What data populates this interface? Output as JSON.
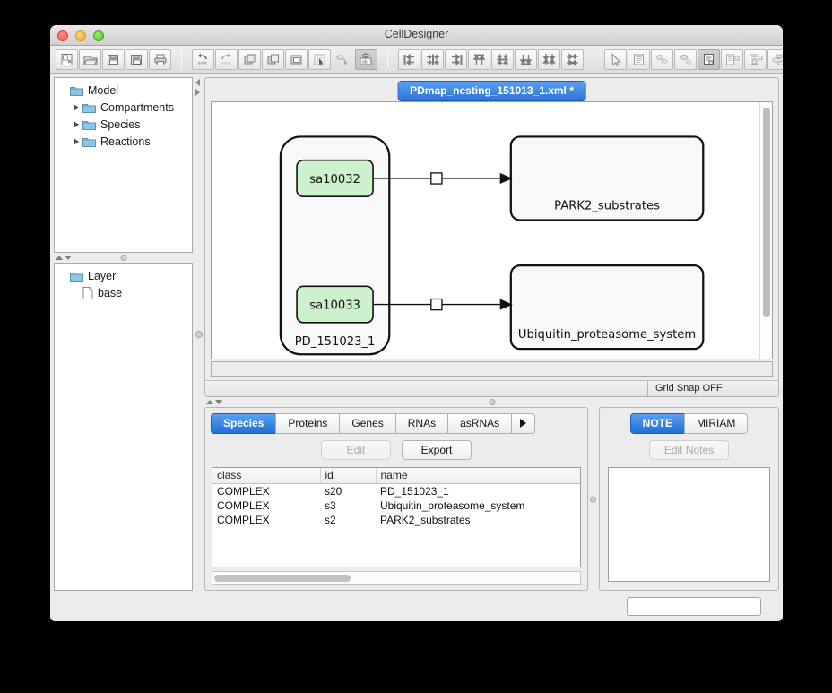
{
  "window": {
    "title": "CellDesigner"
  },
  "toolbar": {
    "groups": [
      {
        "name": "file",
        "buttons": [
          {
            "name": "new-document-icon",
            "label": "New"
          },
          {
            "name": "open-document-icon",
            "label": "Open"
          },
          {
            "name": "save-document-icon",
            "label": "Save"
          },
          {
            "name": "save-as-document-icon",
            "label": "Save As"
          },
          {
            "name": "print-icon",
            "label": "Print"
          }
        ]
      },
      {
        "name": "edit",
        "buttons": [
          {
            "name": "undo-icon",
            "label": "Undo"
          },
          {
            "name": "redo-icon",
            "label": "Redo"
          },
          {
            "name": "cut-icon",
            "label": "Cut"
          },
          {
            "name": "copy-icon",
            "label": "Copy"
          },
          {
            "name": "paste-icon",
            "label": "Paste"
          },
          {
            "name": "grid-select-icon",
            "label": "Grid Select"
          },
          {
            "name": "link-icon",
            "label": "Link"
          },
          {
            "name": "grid-snap-icon",
            "label": "Grid Snap"
          }
        ]
      },
      {
        "name": "align",
        "buttons": [
          {
            "name": "align-left-icon",
            "label": "Align Left"
          },
          {
            "name": "align-center-horizontal-icon",
            "label": "Align Center"
          },
          {
            "name": "align-right-icon",
            "label": "Align Right"
          },
          {
            "name": "align-top-icon",
            "label": "Align Top"
          },
          {
            "name": "align-middle-icon",
            "label": "Align Middle"
          },
          {
            "name": "align-bottom-icon",
            "label": "Align Bottom"
          },
          {
            "name": "distribute-horizontal-icon",
            "label": "Distribute Horizontally"
          },
          {
            "name": "distribute-vertical-icon",
            "label": "Distribute Vertically"
          }
        ]
      },
      {
        "name": "view",
        "buttons": [
          {
            "name": "pointer-icon",
            "label": "Select"
          },
          {
            "name": "list-view-icon",
            "label": "List"
          },
          {
            "name": "species-view-icon",
            "label": "Species View"
          },
          {
            "name": "reaction-view-icon",
            "label": "Reaction View"
          },
          {
            "name": "notes-view-icon",
            "label": "Notes"
          },
          {
            "name": "layout-view-icon",
            "label": "Layout"
          },
          {
            "name": "table-view-icon",
            "label": "Table"
          },
          {
            "name": "group-view-icon",
            "label": "Group"
          }
        ]
      }
    ]
  },
  "model_tree": {
    "root": {
      "label": "Model",
      "icon": "folder-icon"
    },
    "items": [
      {
        "label": "Compartments",
        "icon": "folder-icon",
        "expandable": true
      },
      {
        "label": "Species",
        "icon": "folder-icon",
        "expandable": true
      },
      {
        "label": "Reactions",
        "icon": "folder-icon",
        "expandable": true
      }
    ]
  },
  "layer_tree": {
    "root": {
      "label": "Layer",
      "icon": "folder-icon"
    },
    "items": [
      {
        "label": "base",
        "icon": "page-icon"
      }
    ]
  },
  "document": {
    "tab_label": "PDmap_nesting_151013_1.xml *",
    "status": {
      "grid_snap": "Grid Snap OFF"
    }
  },
  "diagram": {
    "compartment": {
      "label": "PD_151023_1"
    },
    "species": [
      {
        "id": "sa10032",
        "label": "sa10032",
        "fill": "#cdf0cd"
      },
      {
        "id": "sa10033",
        "label": "sa10033",
        "fill": "#cdf0cd"
      }
    ],
    "complexes": [
      {
        "label": "PARK2_substrates"
      },
      {
        "label": "Ubiquitin_proteasome_system"
      }
    ]
  },
  "list_panel": {
    "tabs": [
      {
        "label": "Species",
        "selected": true
      },
      {
        "label": "Proteins",
        "selected": false
      },
      {
        "label": "Genes",
        "selected": false
      },
      {
        "label": "RNAs",
        "selected": false
      },
      {
        "label": "asRNAs",
        "selected": false
      }
    ],
    "overflow_icon": "chevron-right-icon",
    "buttons": [
      {
        "label": "Edit",
        "enabled": false
      },
      {
        "label": "Export",
        "enabled": true
      }
    ],
    "table": {
      "columns": [
        "class",
        "id",
        "name"
      ],
      "rows": [
        [
          "COMPLEX",
          "s20",
          "PD_151023_1"
        ],
        [
          "COMPLEX",
          "s3",
          "Ubiquitin_proteasome_system"
        ],
        [
          "COMPLEX",
          "s2",
          "PARK2_substrates"
        ]
      ]
    }
  },
  "note_panel": {
    "tabs": [
      {
        "label": "NOTE",
        "selected": true
      },
      {
        "label": "MIRIAM",
        "selected": false
      }
    ],
    "buttons": [
      {
        "label": "Edit Notes",
        "enabled": false
      }
    ],
    "content": ""
  },
  "status_bar": {
    "value": ""
  },
  "colors": {
    "accent": "#2c74d6",
    "species_fill": "#cdf0cd",
    "window_bg": "#ececec"
  }
}
